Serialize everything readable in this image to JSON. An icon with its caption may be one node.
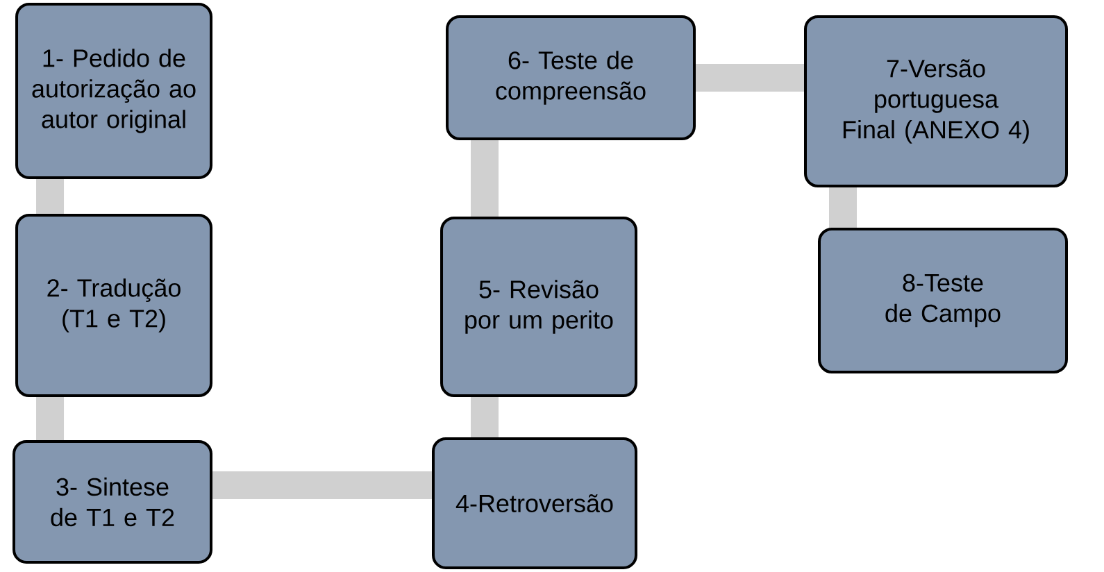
{
  "diagram": {
    "nodes": [
      {
        "text": [
          "1- Pedido de autorização ao autor original"
        ]
      },
      {
        "text": [
          "2- Tradução (T1 e T2)"
        ]
      },
      {
        "text": [
          "3- Sintese de T1 e T2"
        ]
      },
      {
        "text": [
          "4-Retroversão"
        ]
      },
      {
        "text": [
          "5- Revisão por um perito"
        ]
      },
      {
        "text": [
          "6- Teste de compreensão"
        ]
      },
      {
        "text": [
          "7-Versão portuguesa Final (ANEXO 4)"
        ]
      },
      {
        "text": [
          "8-Teste de Campo"
        ]
      }
    ],
    "edges": [
      {
        "from": 0,
        "to": 1,
        "arrow": "none"
      },
      {
        "from": 1,
        "to": 2,
        "arrow": "none"
      },
      {
        "from": 2,
        "to": 3,
        "arrow": "none"
      },
      {
        "from": 3,
        "to": 4,
        "arrow": "none"
      },
      {
        "from": 4,
        "to": 5,
        "arrow": "none"
      },
      {
        "from": 5,
        "to": 6,
        "arrow": "none"
      },
      {
        "from": 6,
        "to": 7,
        "arrow": "none"
      }
    ]
  }
}
